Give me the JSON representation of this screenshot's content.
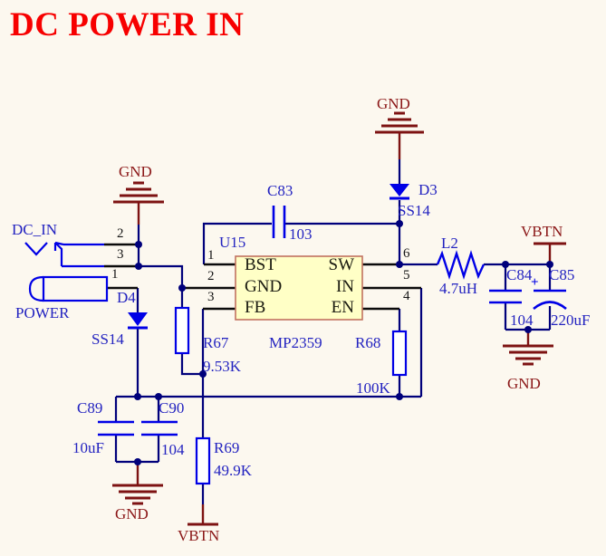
{
  "title": "DC POWER IN",
  "colors": {
    "background": "#FCF8EF",
    "title_red": "#F70000",
    "wire_navy": "#00007B",
    "pin_stub_black": "#0B0B0B",
    "symbol_blue": "#0000E6",
    "label_blue": "#2323C0",
    "power_maroon": "#8B1717",
    "ground_maroon": "#7D1212",
    "ic_fill": "#FFFFC6",
    "ic_border": "#C1725F"
  },
  "connector": {
    "designator": "DC_IN",
    "plug_label": "POWER",
    "pin_numbers": [
      "2",
      "3",
      "1"
    ]
  },
  "ic": {
    "designator": "U15",
    "part_number": "MP2359",
    "pins_left": [
      {
        "num": "1",
        "name": "BST"
      },
      {
        "num": "2",
        "name": "GND"
      },
      {
        "num": "3",
        "name": "FB"
      }
    ],
    "pins_right": [
      {
        "num": "6",
        "name": "SW"
      },
      {
        "num": "5",
        "name": "IN"
      },
      {
        "num": "4",
        "name": "EN"
      }
    ]
  },
  "components": {
    "c83": {
      "ref": "C83",
      "value": "103"
    },
    "d3": {
      "ref": "D3",
      "value": "SS14"
    },
    "d4": {
      "ref": "D4",
      "value": "SS14"
    },
    "l2": {
      "ref": "L2",
      "value": "4.7uH"
    },
    "c84": {
      "ref": "C84",
      "value": "104"
    },
    "c85": {
      "ref": "C85",
      "value": "220uF",
      "polarity": "+"
    },
    "c89": {
      "ref": "C89",
      "value": "10uF"
    },
    "c90": {
      "ref": "C90",
      "value": "104"
    },
    "r67": {
      "ref": "R67",
      "value": "9.53K"
    },
    "r68": {
      "ref": "R68",
      "value": "100K"
    },
    "r69": {
      "ref": "R69",
      "value": "49.9K"
    }
  },
  "net_labels": {
    "gnd": "GND",
    "vbtn": "VBTN"
  }
}
